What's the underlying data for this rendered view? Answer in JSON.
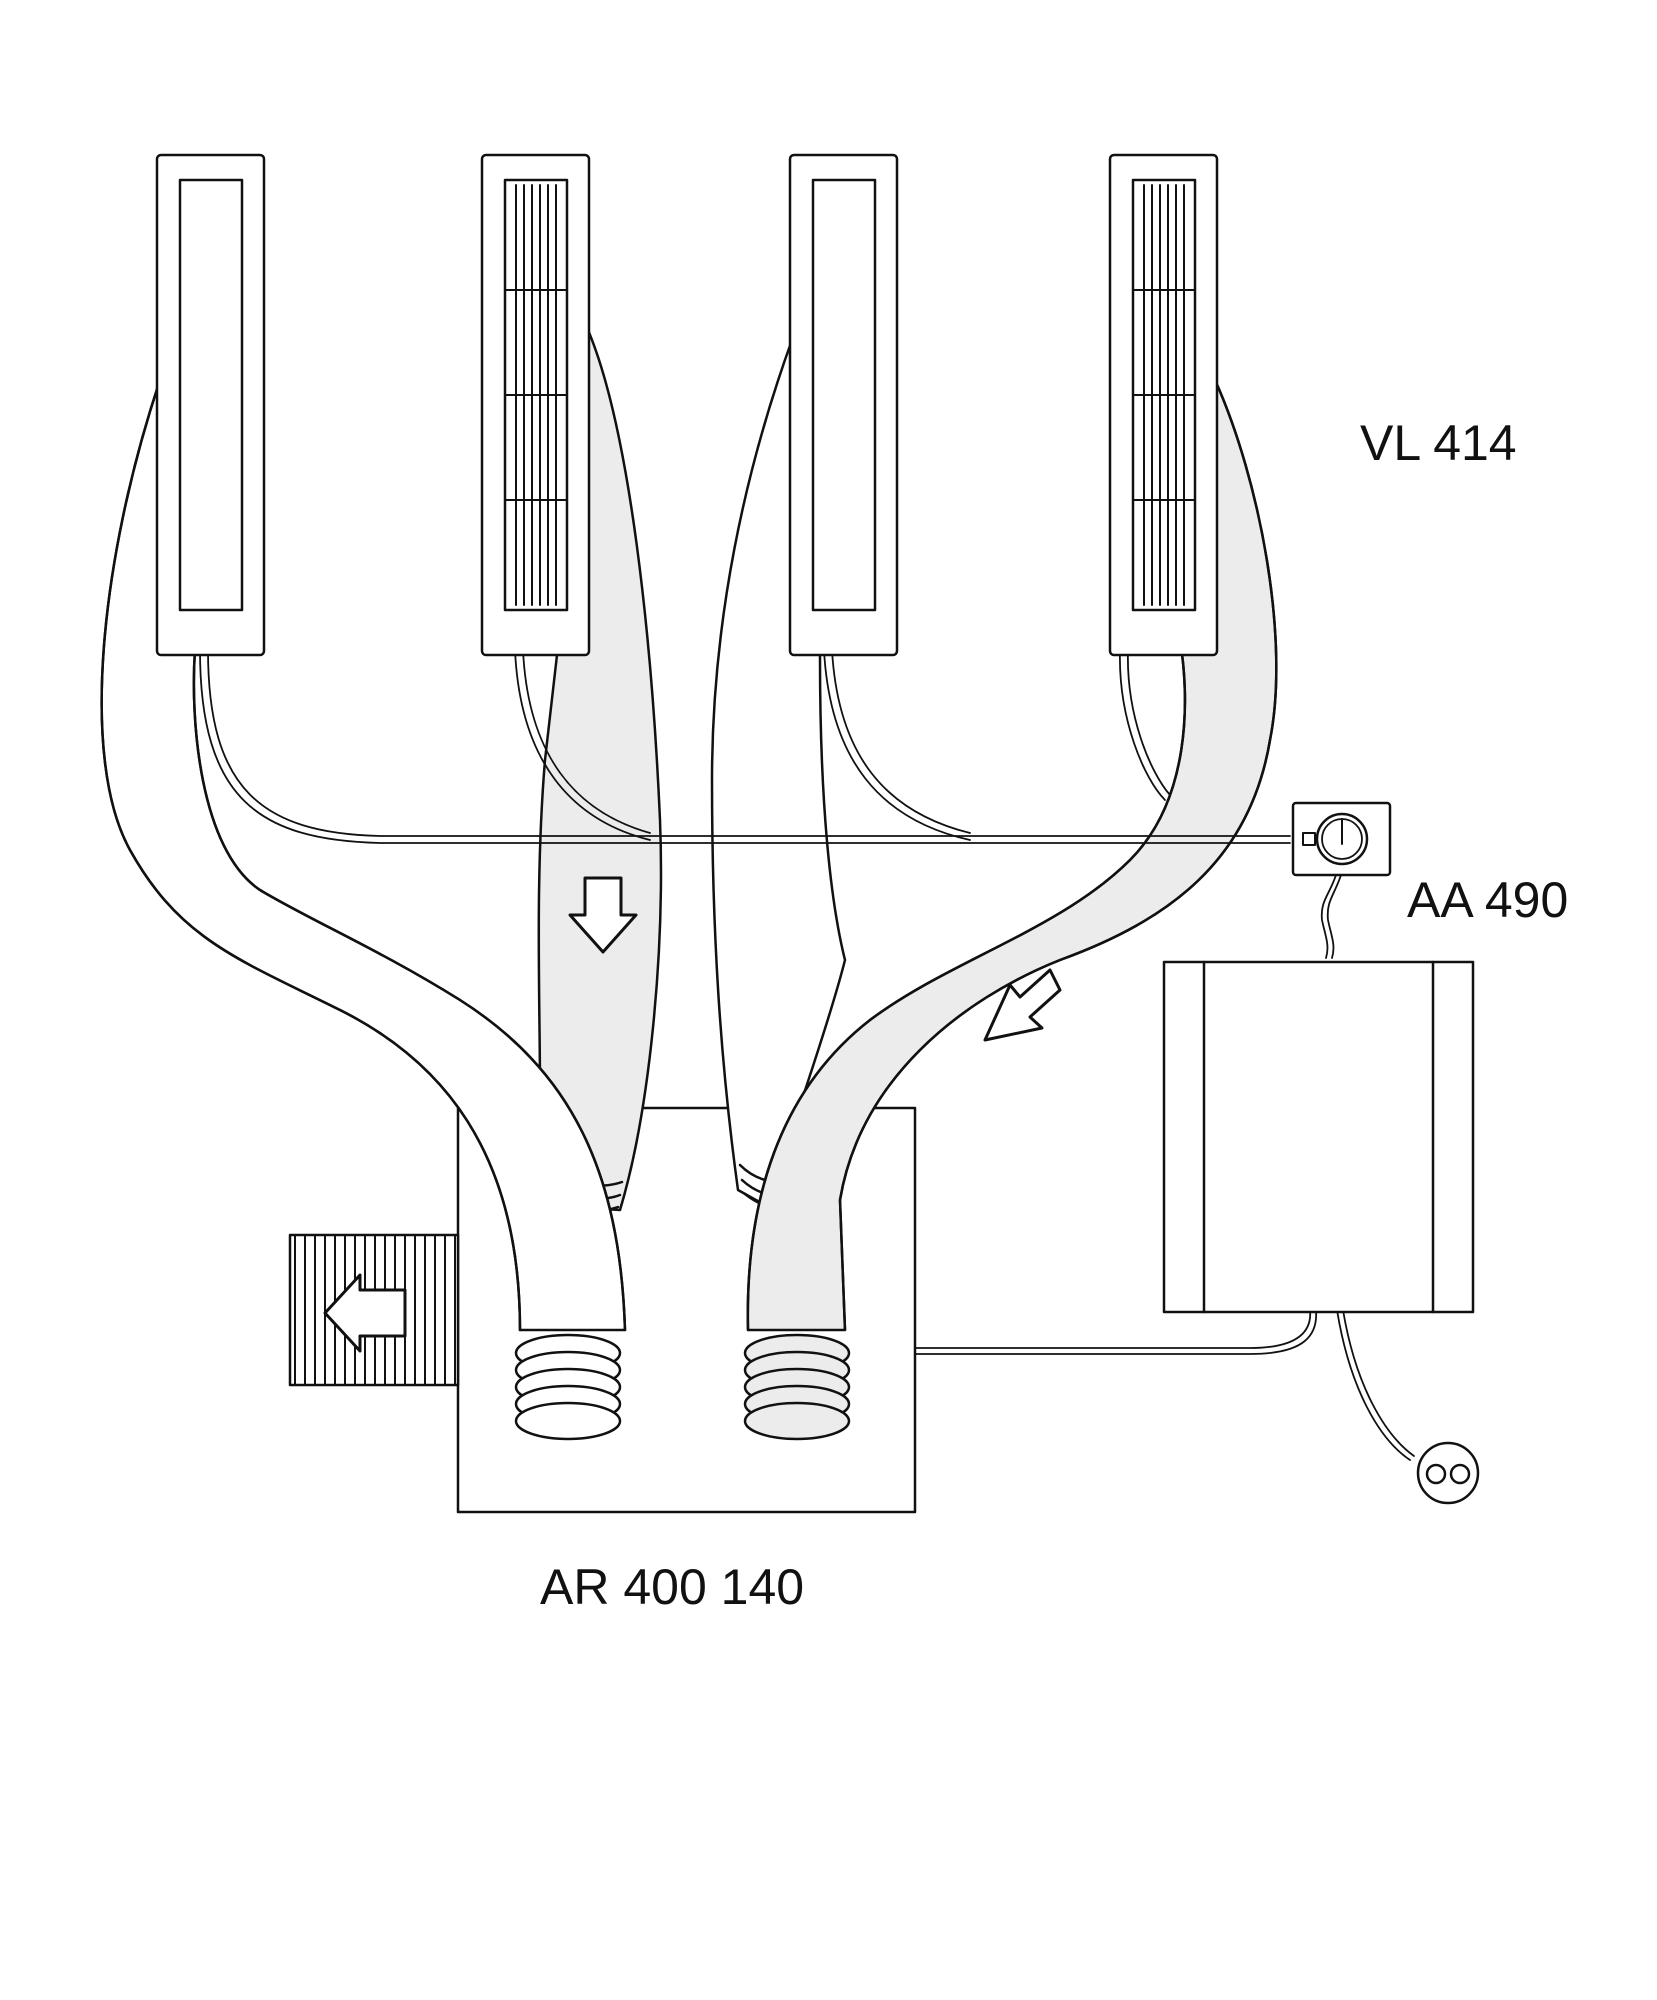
{
  "labels": {
    "vent_units": "VL 414",
    "thermostat": "AA 490",
    "distribution_box": "AR 400 140"
  }
}
